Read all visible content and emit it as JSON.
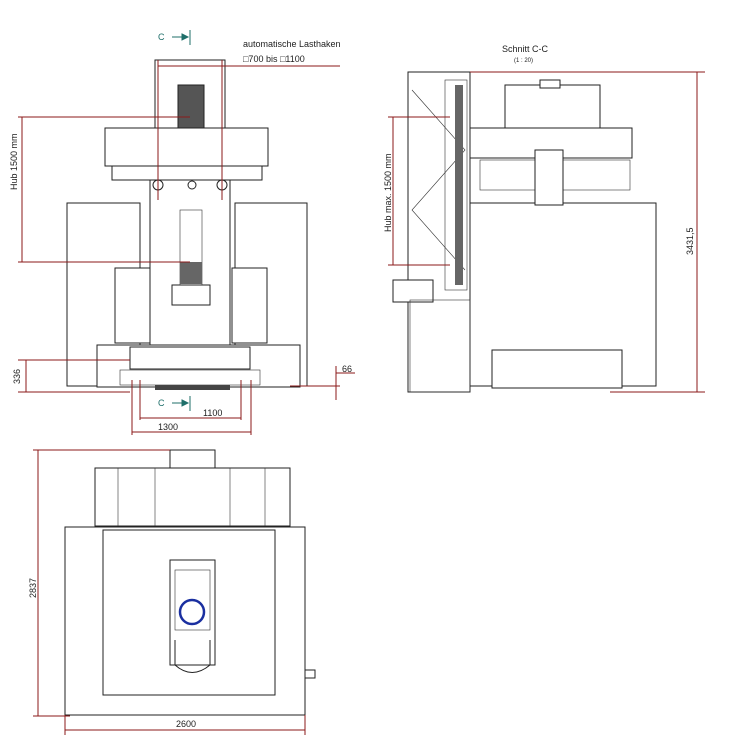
{
  "annotations": {
    "hook_title": "automatische Lasthaken",
    "hook_range": "□700 bis □1100",
    "section_title": "Schnitt C-C",
    "section_scale": "(1 : 20)",
    "section_marker_top": "C",
    "section_marker_bottom": "C"
  },
  "dimensions": {
    "front_stroke": "Hub 1500 mm",
    "front_base_height": "336",
    "front_gap": "66",
    "front_inner_width": "1100",
    "front_outer_width": "1300",
    "side_stroke": "Hub max. 1500 mm",
    "side_total_height": "3431,5",
    "top_depth": "2837",
    "top_width": "2600"
  },
  "colors": {
    "dimension": "#8b1a1a",
    "section_marker": "#1f6f6a",
    "hook_circle": "#1a2fa0"
  }
}
